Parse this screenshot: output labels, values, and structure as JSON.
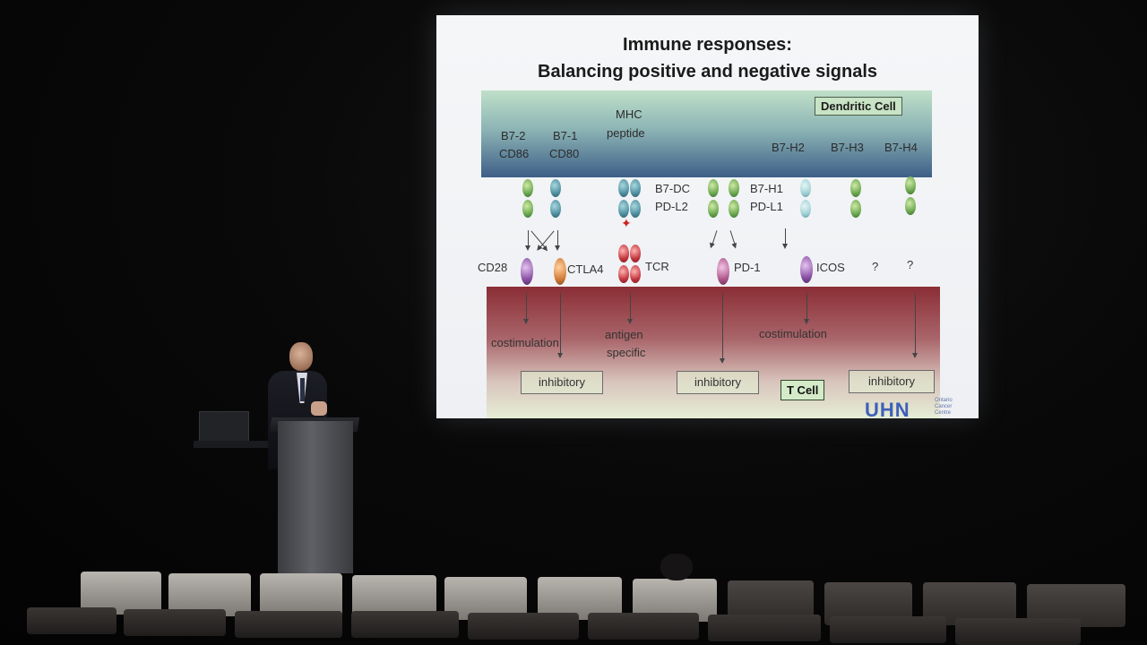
{
  "slide": {
    "title_line1": "Immune responses:",
    "title_line2": "Balancing positive and negative signals",
    "dendritic_cell_label": "Dendritic Cell",
    "t_cell_label": "T Cell",
    "dc_ligands": {
      "b72": "B7-2",
      "cd86": "CD86",
      "b71": "B7-1",
      "cd80": "CD80",
      "mhc": "MHC",
      "peptide": "peptide",
      "b7h2": "B7-H2",
      "b7h3": "B7-H3",
      "b7h4": "B7-H4",
      "b7dc": "B7-DC",
      "pdl2": "PD-L2",
      "b7h1": "B7-H1",
      "pdl1": "PD-L1"
    },
    "receptors": {
      "cd28": "CD28",
      "ctla4": "CTLA4",
      "tcr": "TCR",
      "pd1": "PD-1",
      "icos": "ICOS",
      "unknown1": "?",
      "unknown2": "?"
    },
    "signals": {
      "costimulation_left": "costimulation",
      "antigen": "antigen",
      "specific": "specific",
      "costimulation_right": "costimulation",
      "inhibitory_1": "inhibitory",
      "inhibitory_2": "inhibitory",
      "inhibitory_3": "inhibitory"
    },
    "logo_text": "UHN",
    "logo_sub": [
      "Ontario",
      "Cancer",
      "Centre"
    ]
  },
  "colors": {
    "dendritic_cell_gradient": [
      "#bfe0c8",
      "#3d5f87"
    ],
    "t_cell_gradient": [
      "#8b2e35",
      "#e6eed6"
    ],
    "background": "#050505"
  }
}
